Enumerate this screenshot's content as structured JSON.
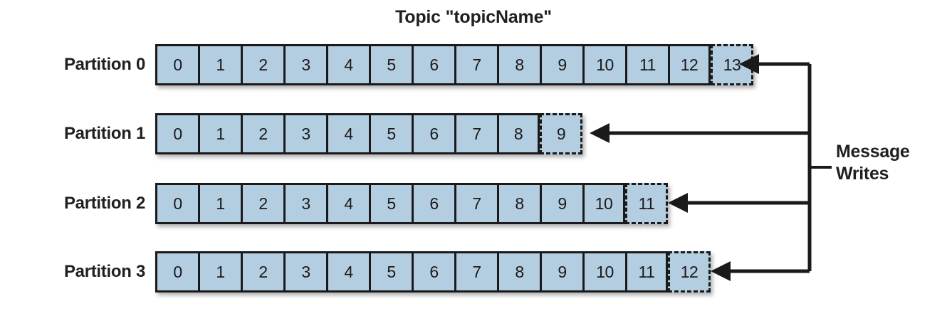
{
  "diagram": {
    "title": "Topic \"topicName\"",
    "type": "kafka-partition-log-diagram",
    "colors": {
      "cell_fill": "#b4cee1",
      "stroke": "#1a1a1a",
      "text": "#231f20",
      "background": "#ffffff"
    },
    "annotation": {
      "label": "Message\nWrites",
      "label_line1": "Message",
      "label_line2": "Writes"
    },
    "partitions": [
      {
        "label": "Partition 0",
        "offsets": [
          "0",
          "1",
          "2",
          "3",
          "4",
          "5",
          "6",
          "7",
          "8",
          "9",
          "10",
          "11",
          "12",
          "13"
        ],
        "committed_count": 13,
        "pending_offset": "13"
      },
      {
        "label": "Partition 1",
        "offsets": [
          "0",
          "1",
          "2",
          "3",
          "4",
          "5",
          "6",
          "7",
          "8",
          "9"
        ],
        "committed_count": 9,
        "pending_offset": "9"
      },
      {
        "label": "Partition 2",
        "offsets": [
          "0",
          "1",
          "2",
          "3",
          "4",
          "5",
          "6",
          "7",
          "8",
          "9",
          "10",
          "11"
        ],
        "committed_count": 11,
        "pending_offset": "11"
      },
      {
        "label": "Partition 3",
        "offsets": [
          "0",
          "1",
          "2",
          "3",
          "4",
          "5",
          "6",
          "7",
          "8",
          "9",
          "10",
          "11",
          "12"
        ],
        "committed_count": 12,
        "pending_offset": "12"
      }
    ]
  }
}
